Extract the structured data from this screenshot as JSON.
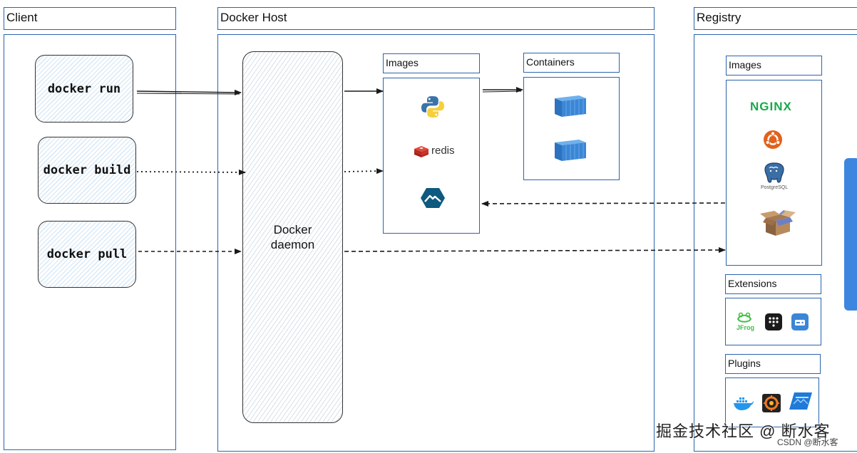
{
  "client": {
    "title": "Client",
    "commands": [
      {
        "label": "docker run"
      },
      {
        "label": "docker build"
      },
      {
        "label": "docker pull"
      }
    ]
  },
  "host": {
    "title": "Docker Host",
    "daemon_label": "Docker daemon",
    "images_label": "Images",
    "containers_label": "Containers",
    "images": [
      {
        "icon": "python-icon"
      },
      {
        "icon": "redis-icon",
        "text": "redis"
      },
      {
        "icon": "alpine-icon"
      }
    ],
    "containers": [
      {
        "icon": "container-icon"
      },
      {
        "icon": "container-icon"
      }
    ]
  },
  "registry": {
    "title": "Registry",
    "images_label": "Images",
    "images": [
      {
        "icon": "nginx-icon",
        "text": "NGINX"
      },
      {
        "icon": "ubuntu-icon"
      },
      {
        "icon": "postgresql-icon",
        "text": "PostgreSQL"
      },
      {
        "icon": "box-icon"
      }
    ],
    "extensions_label": "Extensions",
    "extensions": [
      {
        "icon": "jfrog-icon",
        "text": "JFrog"
      },
      {
        "icon": "dots-grid-icon"
      },
      {
        "icon": "disk-icon"
      }
    ],
    "plugins_label": "Plugins",
    "plugins": [
      {
        "icon": "docker-whale-icon"
      },
      {
        "icon": "grafana-icon"
      },
      {
        "icon": "vieux-icon"
      }
    ]
  },
  "watermark": {
    "main": "掘金技术社区 @ 断水客",
    "sub": "CSDN @断水客"
  },
  "colors": {
    "border": "#2a64ad",
    "container_blue": "#3b86d6",
    "nginx_green": "#1aa84c",
    "ubuntu_orange": "#e2611c",
    "redis_red": "#d33b2f",
    "alpine_blue": "#0d597f"
  }
}
